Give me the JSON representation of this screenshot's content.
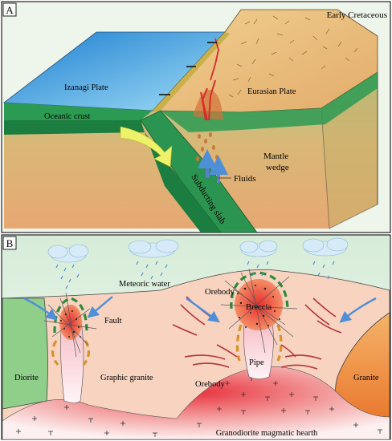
{
  "panel_a": {
    "tag": "A",
    "period": "Early Cretaceous",
    "labels": {
      "izanagi_plate": "Izanagi Plate",
      "oceanic_crust": "Oceanic crust",
      "eurasian_plate": "Eurasian Plate",
      "mantle_wedge_1": "Mantle",
      "mantle_wedge_2": "wedge",
      "fluids": "Fluids",
      "subducting_slab": "Subducting slab"
    }
  },
  "panel_b": {
    "tag": "B",
    "labels": {
      "meteoric_water": "Meteoric water",
      "orebody_top": "Orebody",
      "breccia": "Breccia",
      "fault": "Fault",
      "diorite": "Diorite",
      "graphic_granite": "Graphic granite",
      "pipe": "Pipe",
      "orebody_mid": "Orebody",
      "granite": "Granite",
      "magmatic_hearth": "Granodiorite  magmatic hearth"
    }
  },
  "colors": {
    "ocean": "#4aa6e0",
    "oceanic_crust": "#1f8f4a",
    "mantle": "#e6b87a",
    "continent": "#e8c27c",
    "magma": "#e2333a",
    "host_rock": "#f7d4c2",
    "granite": "#f0a35a",
    "diorite": "#8fcf8a",
    "fluid_arrow": "#5b7fd0",
    "slab_arrow": "#e8f060"
  }
}
